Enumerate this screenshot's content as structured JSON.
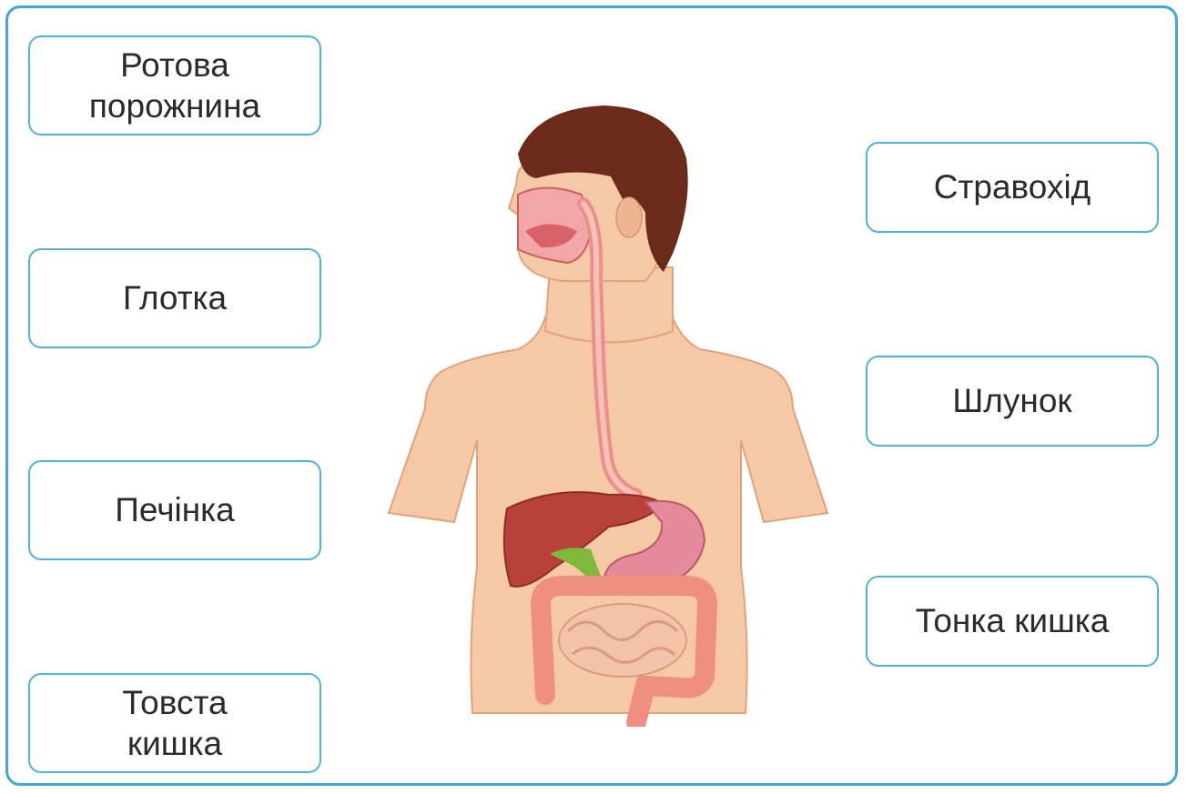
{
  "labels": {
    "left": [
      {
        "id": "mouth",
        "text": "Ротова\nпорожнина"
      },
      {
        "id": "pharynx",
        "text": "Глотка"
      },
      {
        "id": "liver",
        "text": "Печінка"
      },
      {
        "id": "large-intestine",
        "text": "Товста\nкишка"
      }
    ],
    "right": [
      {
        "id": "esophagus",
        "text": "Стравохід"
      },
      {
        "id": "stomach",
        "text": "Шлунок"
      },
      {
        "id": "small-intestine",
        "text": "Тонка  кишка"
      }
    ]
  },
  "colors": {
    "frame_border": "#3fa9d6",
    "box_border": "#4fb3de",
    "skin": "#f6c9a6",
    "skin_outline": "#e2a27c",
    "hair": "#6b2a1a",
    "liver": "#b8423a",
    "stomach": "#e58a9a",
    "intestine": "#ee8f82",
    "gallbladder": "#7fb83a"
  },
  "figure": {
    "icon": "human-digestive-system-illustration"
  }
}
